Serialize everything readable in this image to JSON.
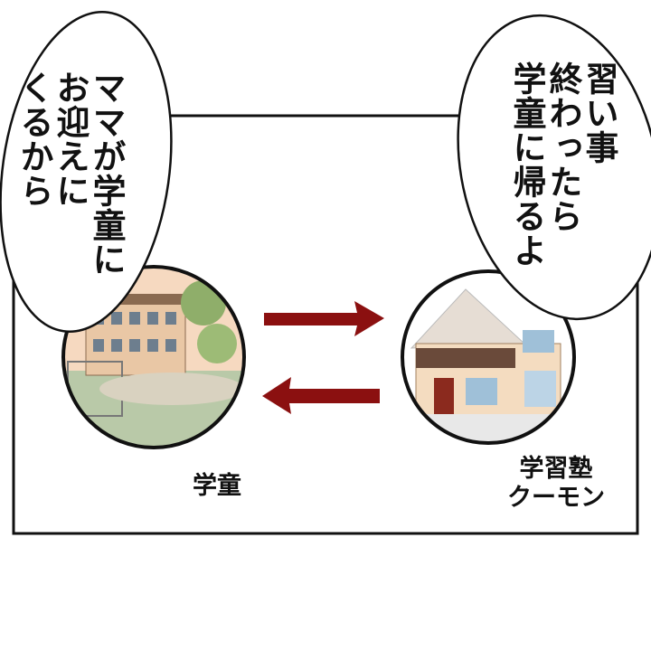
{
  "panel": {
    "left_bubble": {
      "lines": [
        "ママが学童に",
        "お迎えに",
        "くるから"
      ]
    },
    "right_bubble": {
      "lines": [
        "習い事",
        "終わったら",
        "学童に帰るよ"
      ]
    },
    "left_place": {
      "label": "学童",
      "image": "school-building"
    },
    "right_place": {
      "label_line1": "学習塾",
      "label_line2": "クーモン",
      "image": "house"
    },
    "arrow_color": "#8b1010"
  }
}
